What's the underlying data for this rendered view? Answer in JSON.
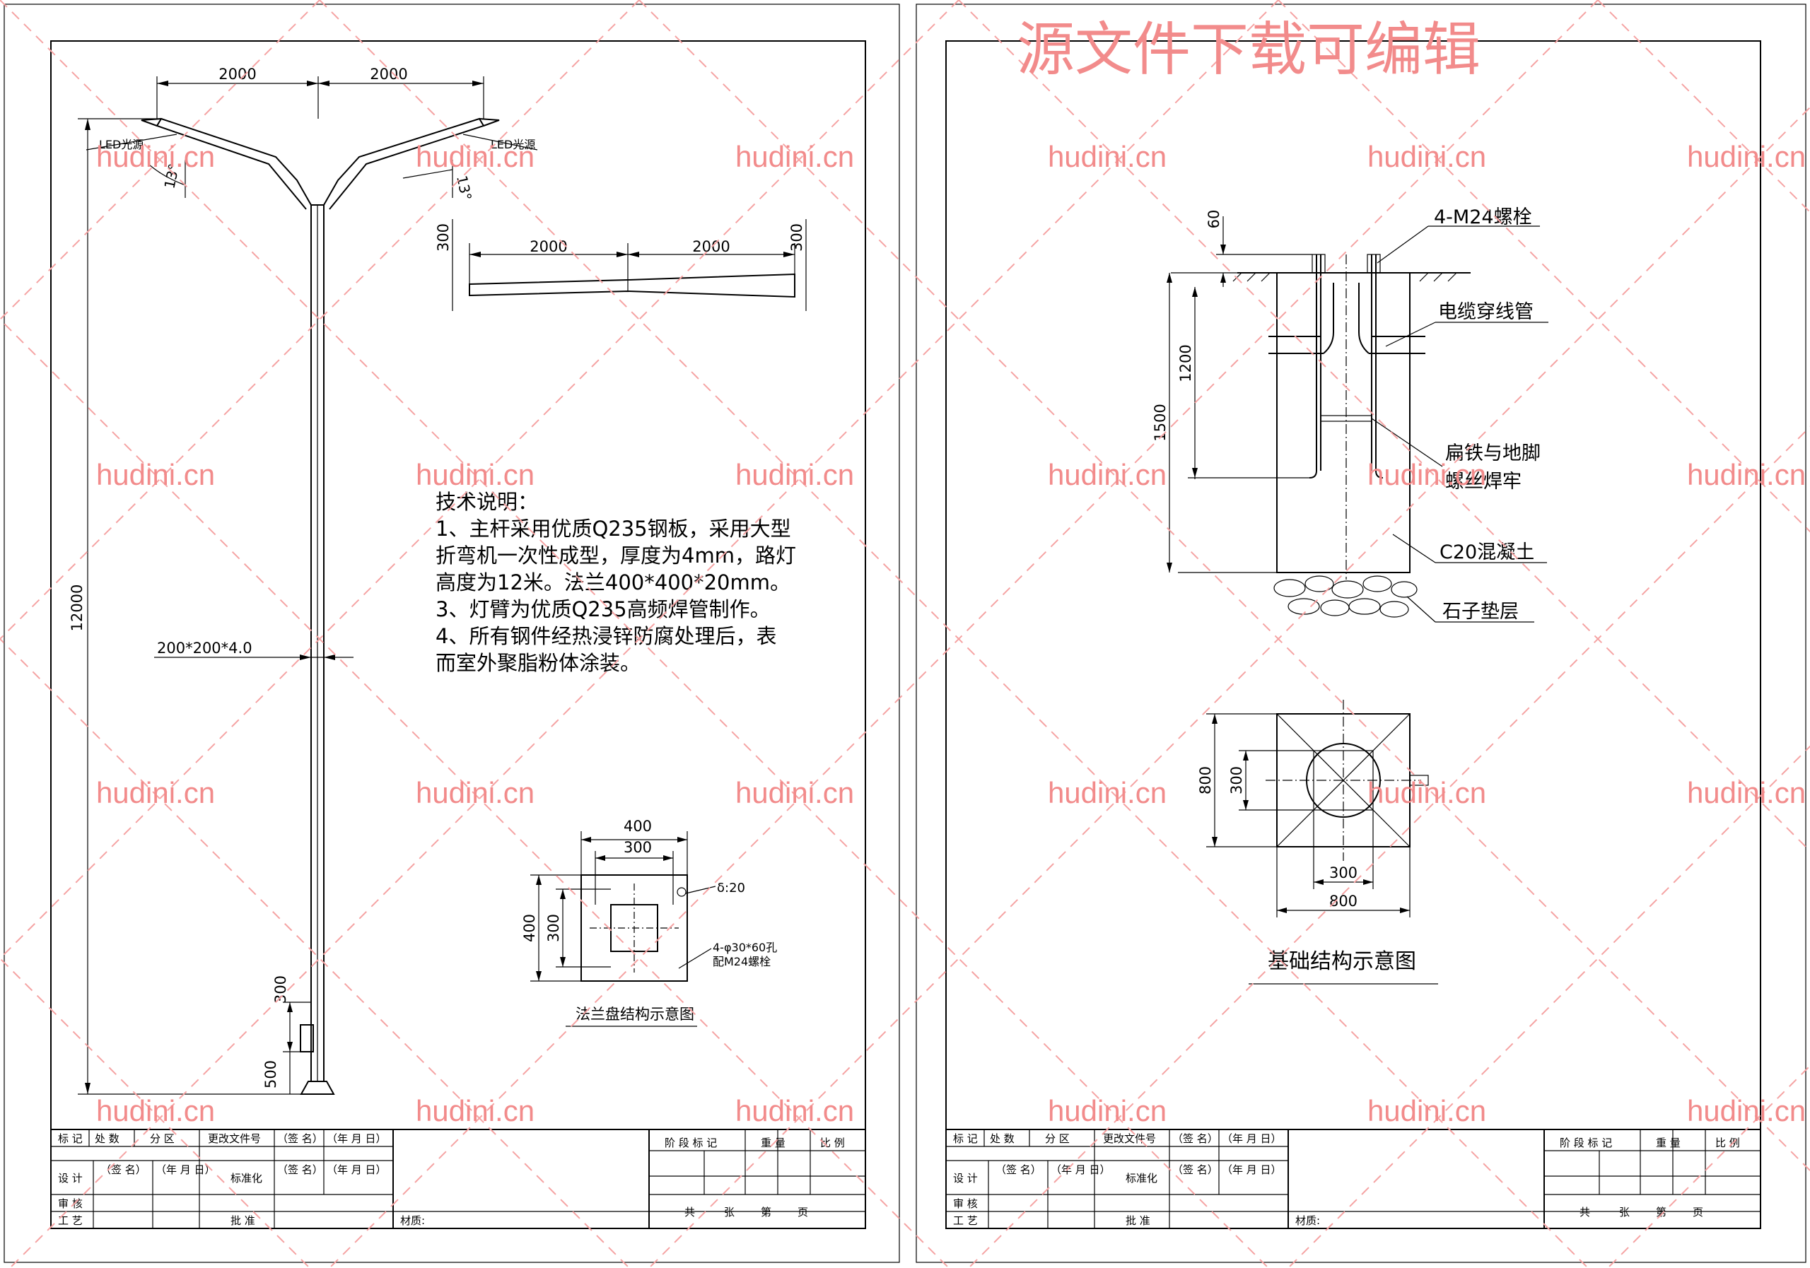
{
  "watermark": {
    "title": "源文件下载可编辑",
    "site": "hudini.cn"
  },
  "left_sheet": {
    "arm_spans": [
      "2000",
      "2000"
    ],
    "led_label": "LED光源",
    "arm_angle": "13°",
    "arm_plan": {
      "spans": [
        "2000",
        "2000"
      ],
      "end_dims": [
        "300",
        "300"
      ]
    },
    "pole_height": "12000",
    "pole_section": "200*200*4.0",
    "door_dims": [
      "300",
      "500"
    ],
    "notes": [
      "技术说明：",
      "1、主杆采用优质Q235钢板，采用大型",
      "折弯机一次性成型，厚度为4mm，路灯",
      "高度为12米。法兰400*400*20mm。",
      "3、灯臂为优质Q235高频焊管制作。",
      "4、所有钢件经热浸锌防腐处理后，表",
      "而室外聚脂粉体涂装。"
    ],
    "flange": {
      "width_outer": "400",
      "width_inner": "300",
      "height_outer": "400",
      "height_inner": "300",
      "thickness": "δ:20",
      "holes_line1": "4-φ30*60孔",
      "holes_line2": "配M24螺栓",
      "caption": "法兰盘结构示意图"
    }
  },
  "right_sheet": {
    "labels": {
      "bolts": "4-M24螺栓",
      "conduit": "电缆穿线管",
      "flat_iron_1": "扁铁与地脚",
      "flat_iron_2": "螺丝焊牢",
      "concrete": "C20混凝土",
      "gravel": "石子垫层"
    },
    "dims": {
      "top": "60",
      "bolt_len": "1200",
      "depth": "1500"
    },
    "plan": {
      "outer_h": "800",
      "inner_h": "300",
      "inner_w": "300",
      "outer_w": "800"
    },
    "caption": "基础结构示意图"
  },
  "title_block": {
    "row1": [
      "标 记",
      "处 数",
      "分  区",
      "更改文件号",
      "（签 名）",
      "（年 月 日）"
    ],
    "row2": [
      "设  计",
      "（签 名）",
      "（年 月 日）",
      "标准化",
      "（签 名）",
      "（年 月 日）"
    ],
    "row3": [
      "审  核"
    ],
    "row4": [
      "工  艺",
      "批  准"
    ],
    "material": "材质:",
    "stage_header": [
      "阶 段 标 记",
      "重 量",
      "比 例"
    ],
    "pages": [
      "共",
      "张",
      "第",
      "页"
    ]
  }
}
